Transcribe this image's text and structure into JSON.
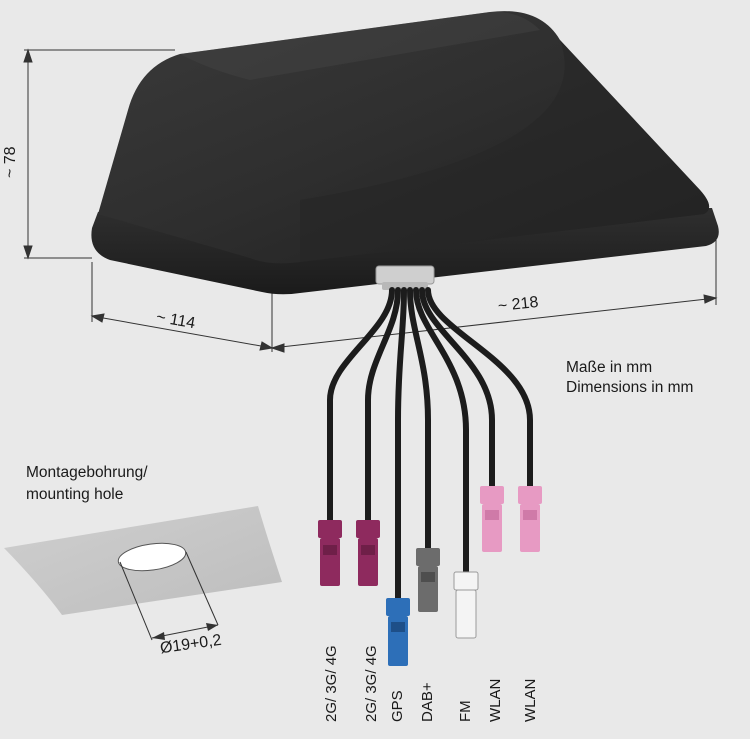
{
  "dimensions": {
    "height": "~ 78",
    "depth": "~ 114",
    "length": "~ 218"
  },
  "units_note": {
    "de": "Maße in mm",
    "en": "Dimensions in mm"
  },
  "mounting": {
    "de": "Montagebohrung/",
    "en": "mounting hole",
    "diameter": "Ø19+0,2"
  },
  "connectors": [
    {
      "label": "2G/ 3G/ 4G",
      "color": "#8e2a5e"
    },
    {
      "label": "2G/ 3G/ 4G",
      "color": "#8e2a5e"
    },
    {
      "label": "GPS",
      "color": "#2d6fb8"
    },
    {
      "label": "DAB+",
      "color": "#6c6c6c"
    },
    {
      "label": "FM",
      "color": "#f4f4f4"
    },
    {
      "label": "WLAN",
      "color": "#e79ac3"
    },
    {
      "label": "WLAN",
      "color": "#e79ac3"
    }
  ],
  "colors": {
    "housing": "#2b2b2b",
    "background": "#e9e9e9",
    "dimension_line": "#333333"
  }
}
